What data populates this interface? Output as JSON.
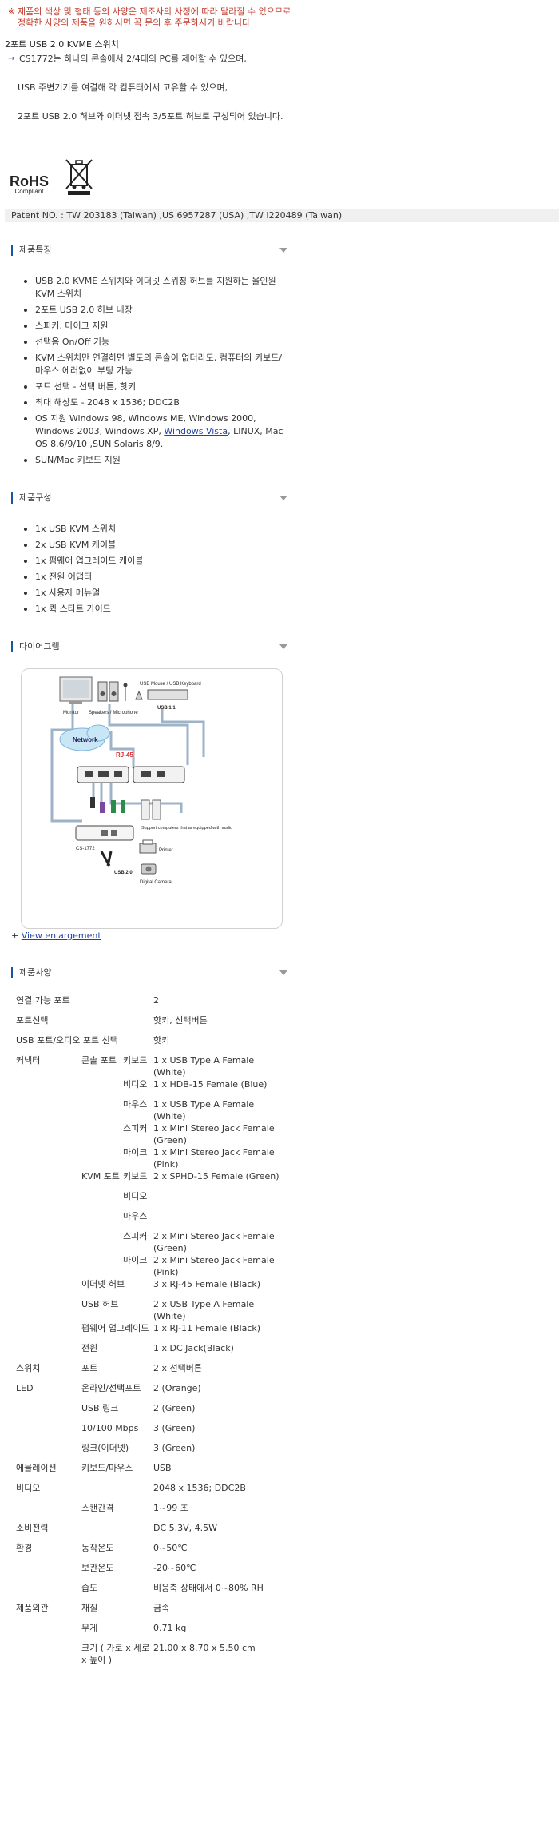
{
  "notice": {
    "line1": "제품의 색상 및 형태 등의 사양은 제조사의 사정에 따라 달라질 수 있으므로",
    "line2": "정확한 사양의 제품을 원하시면 꼭 문의 후 주문하시기 바랍니다",
    "mark": "※"
  },
  "product_title": "2포트 USB 2.0 KVME 스위치",
  "intro": {
    "arrow": "→",
    "p1": "CS1772는 하나의 콘솔에서 2/4대의 PC를 제어할 수 있으며,",
    "p2": "USB 주변기기를 여결해 각 컴퓨터에서 고유할 수 있으며,",
    "p3": "2포트 USB 2.0 허브와 이더넷 접속 3/5포트 허브로 구성되어 있습니다."
  },
  "logos": {
    "rohs": "RoHS",
    "rohs_sub": "Compliant"
  },
  "patent": "Patent NO. :   TW 203183 (Taiwan) ,US 6957287 (USA) ,TW I220489 (Taiwan)",
  "sections": {
    "features": "제품특징",
    "components": "제품구성",
    "diagram": "다이어그램",
    "specs": "제품사양"
  },
  "features": [
    "USB 2.0 KVME 스위치와 이더넷 스위칭 허브를 지원하는 올인원 KVM 스위치",
    "2포트 USB 2.0 허브 내장",
    "스피커, 마이크 지원",
    "선택음 On/Off 기능",
    "KVM 스위치만 연결하면 별도의 콘솔이 없더라도, 컴퓨터의 키보드/마우스 에러없이 부팅 가능",
    "포트 선택 - 선택 버튼, 핫키",
    "최대 해상도 - 2048 x 1536; DDC2B"
  ],
  "os_item": {
    "pre": "OS 지원 Windows 98, Windows ME, Windows 2000, Windows 2003, Windows XP, ",
    "link": "Windows Vista",
    "post": ", LINUX, Mac OS 8.6/9/10 ,SUN Solaris 8/9."
  },
  "features_last": "SUN/Mac 키보드 지원",
  "components": [
    "1x USB KVM 스위치",
    "2x USB KVM 케이블",
    "1x 펌웨어 업그레이드 케이블",
    "1x 전원 어댑터",
    "1x 사용자 메뉴얼",
    "1x 퀵 스타트 가이드"
  ],
  "diagram_labels": {
    "monitor": "Monitor",
    "speakers": "Speakers / Microphone",
    "kbd": "USB Mouse / USB Keyboard",
    "usb11": "USB 1.1",
    "network": "Network",
    "rj45": "RJ-45",
    "support": "Support computers that ar equipped with audio",
    "printer": "Printer",
    "camera": "Digital Camera",
    "usb20": "USB 2.0",
    "model": "CS-1772"
  },
  "enlarge": {
    "plus": "+",
    "link": "View enlargement"
  },
  "specs": [
    [
      "연결 가능 포트",
      "",
      "",
      "2"
    ],
    [
      "포트선택",
      "",
      "",
      "핫키, 선택버튼"
    ],
    [
      "USB 포트/오디오 포트 선택",
      "",
      "",
      "핫키"
    ],
    [
      "커넥터",
      "콘솔 포트",
      "키보드",
      "1 x USB Type A Female (White)"
    ],
    [
      "",
      "",
      "비디오",
      "1 x HDB-15 Female (Blue)"
    ],
    [
      "",
      "",
      "마우스",
      "1 x USB Type A Female (White)"
    ],
    [
      "",
      "",
      "스피커",
      "1 x Mini Stereo Jack Female (Green)"
    ],
    [
      "",
      "",
      "마이크",
      "1 x Mini Stereo Jack Female (Pink)"
    ],
    [
      "",
      "KVM 포트",
      "키보드",
      "2 x SPHD-15 Female (Green)"
    ],
    [
      "",
      "",
      "비디오",
      ""
    ],
    [
      "",
      "",
      "마우스",
      ""
    ],
    [
      "",
      "",
      "스피커",
      "2 x Mini Stereo Jack Female (Green)"
    ],
    [
      "",
      "",
      "마이크",
      "2 x Mini Stereo Jack Female (Pink)"
    ],
    [
      "",
      "이더넷 허브",
      "",
      "3 x RJ-45 Female (Black)"
    ],
    [
      "",
      "USB 허브",
      "",
      "2 x USB Type A Female (White)"
    ],
    [
      "",
      "펌웨어 업그레이드",
      "",
      "1 x RJ-11 Female (Black)"
    ],
    [
      "",
      "전원",
      "",
      "1 x DC Jack(Black)"
    ],
    [
      "스위치",
      "포트",
      "",
      "2 x 선택버튼"
    ],
    [
      "LED",
      "온라인/선택포트",
      "",
      "2 (Orange)"
    ],
    [
      "",
      "USB 링크",
      "",
      "2 (Green)"
    ],
    [
      "",
      "10/100 Mbps",
      "",
      "3 (Green)"
    ],
    [
      "",
      "링크(이더넷)",
      "",
      "3 (Green)"
    ],
    [
      "에뮬레이션",
      "키보드/마우스",
      "",
      "USB"
    ],
    [
      "비디오",
      "",
      "",
      "2048 x 1536; DDC2B"
    ],
    [
      "",
      "스캔간격",
      "",
      "1~99 초"
    ],
    [
      "소비전력",
      "",
      "",
      "DC 5.3V, 4.5W"
    ],
    [
      "환경",
      "동작온도",
      "",
      "0~50℃"
    ],
    [
      "",
      "보관온도",
      "",
      "-20~60℃"
    ],
    [
      "",
      "습도",
      "",
      "비응축 상태에서 0~80% RH"
    ],
    [
      "제품외관",
      "재질",
      "",
      "금속"
    ],
    [
      "",
      "무게",
      "",
      "0.71 kg"
    ],
    [
      "",
      "크기 ( 가로 x 세로 x 높이 )",
      "",
      "21.00 x 8.70 x 5.50 cm"
    ]
  ]
}
